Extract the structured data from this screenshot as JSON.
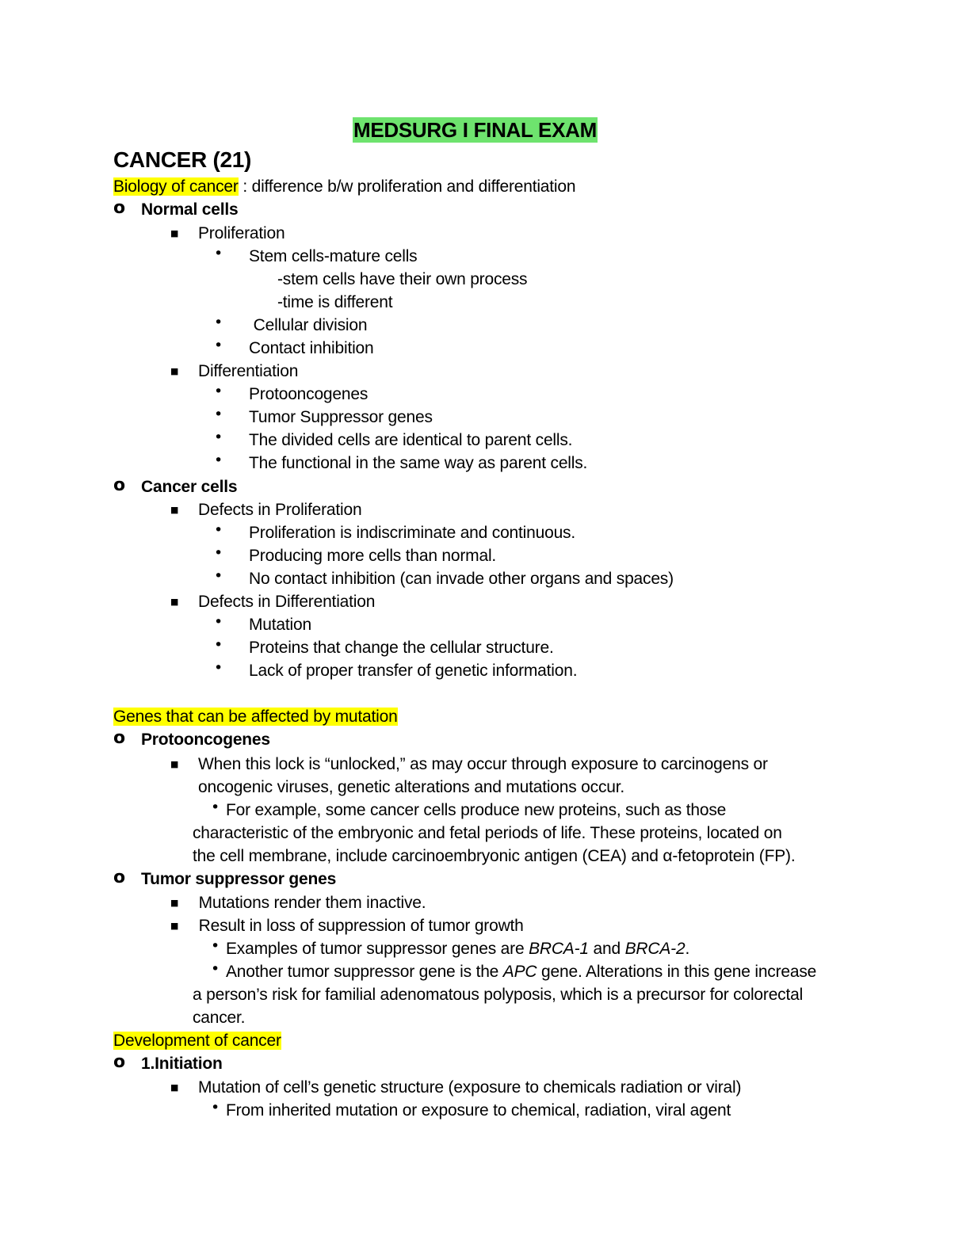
{
  "document": {
    "title": "MEDSURG I FINAL EXAM",
    "heading": "CANCER (21)",
    "bio": {
      "highlight": "Biology of cancer",
      "rest": " : difference b/w proliferation and differentiation"
    },
    "normal_cells": {
      "label": "Normal cells",
      "proliferation": "Proliferation",
      "stem": "Stem cells-mature cells",
      "stem_sub1": "-stem cells have their own process",
      "stem_sub2": "-time is different",
      "cellular_division": " Cellular division",
      "contact_inhibition": "Contact inhibition",
      "differentiation": "Differentiation",
      "protooncogenes": "Protooncogenes",
      "tumor_suppressor": "Tumor Suppressor genes",
      "divided": "The divided cells are identical to parent cells.",
      "functional": "The functional in the same way as parent cells."
    },
    "cancer_cells": {
      "label": "Cancer cells",
      "defects_prolif": "Defects in Proliferation",
      "indiscriminate": "Proliferation is indiscriminate and continuous.",
      "producing": "Producing more cells than normal.",
      "no_contact": "No contact inhibition (can invade other organs and spaces)",
      "defects_diff": "Defects in Differentiation",
      "mutation": "Mutation",
      "proteins": "Proteins that change the cellular structure.",
      "lack": "Lack of proper transfer of genetic information."
    },
    "genes": {
      "highlight": "Genes that can be affected by mutation",
      "proto_label": "Protooncogenes",
      "unlock_1": "When this lock is “unlocked,” as may occur through exposure to carcinogens or",
      "unlock_2": "oncogenic viruses, genetic alterations and mutations occur.",
      "example_1": "For example, some cancer cells produce new proteins, such as those",
      "example_2": "characteristic of the embryonic and fetal periods of life. These proteins, located on",
      "example_3": "the cell membrane, include carcinoembryonic antigen (CEA) and α-fetoprotein (FP).",
      "tumor_label": "Tumor suppressor genes",
      "mutations_render": " Mutations render them inactive.",
      "result_loss": " Result in loss of suppression of tumor growth",
      "examples_pre": "Examples of tumor suppressor genes are ",
      "brca1": "BRCA-1",
      "and": " and ",
      "brca2": "BRCA-2",
      "period": ".",
      "another_pre": "Another tumor suppressor gene is the ",
      "apc": "APC",
      "another_post": " gene. Alterations in this gene increase",
      "person_risk": "a person’s risk for familial adenomatous polyposis, which is a precursor for colorectal",
      "cancer_word": "cancer."
    },
    "development": {
      "highlight": "Development of cancer",
      "initiation": "1.Initiation",
      "mutation_cell": "Mutation of cell’s genetic structure (exposure to chemicals radiation or viral)",
      "inherited": "From inherited mutation or exposure to chemical, radiation, viral agent"
    }
  }
}
